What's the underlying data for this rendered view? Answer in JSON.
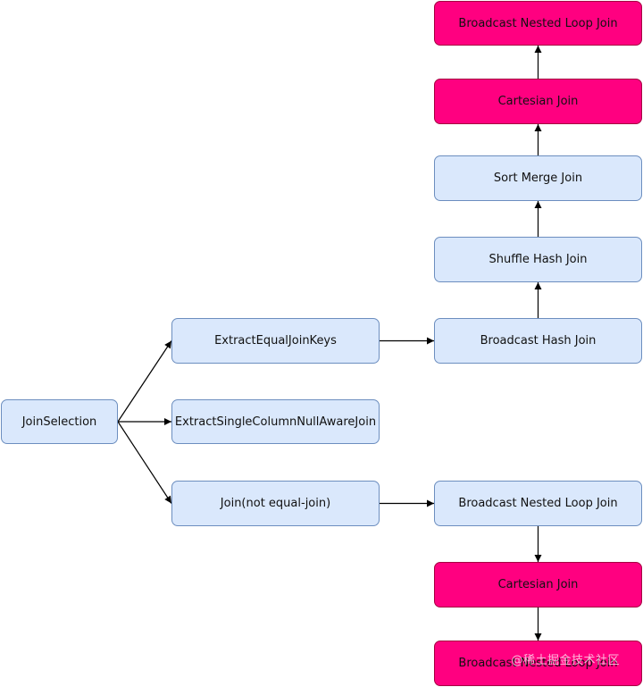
{
  "diagram": {
    "colors": {
      "blue_fill": "#dae8fc",
      "blue_border": "#6c8ebf",
      "pink_fill": "#ff0080",
      "pink_border": "#a50040",
      "edge": "#000000"
    },
    "nodes": {
      "join_selection": "JoinSelection",
      "extract_equal_join_keys": "ExtractEqualJoinKeys",
      "extract_single_column_null_aware_join": "ExtractSingleColumnNullAwareJoin",
      "join_not_equal": "Join(not equal-join)",
      "broadcast_hash_join": "Broadcast Hash Join",
      "shuffle_hash_join": "Shuffle Hash Join",
      "sort_merge_join": "Sort Merge Join",
      "cartesian_join_top": "Cartesian Join",
      "broadcast_nested_loop_join_top": "Broadcast Nested Loop Join",
      "broadcast_nested_loop_join_bottom": "Broadcast Nested Loop Join",
      "cartesian_join_bottom": "Cartesian Join",
      "broadcast_nested_loop_join_last": "Broadcast Nested Loop Join"
    },
    "edges": [
      {
        "from": "join_selection",
        "to": "extract_equal_join_keys"
      },
      {
        "from": "join_selection",
        "to": "extract_single_column_null_aware_join"
      },
      {
        "from": "join_selection",
        "to": "join_not_equal"
      },
      {
        "from": "extract_equal_join_keys",
        "to": "broadcast_hash_join"
      },
      {
        "from": "broadcast_hash_join",
        "to": "shuffle_hash_join"
      },
      {
        "from": "shuffle_hash_join",
        "to": "sort_merge_join"
      },
      {
        "from": "sort_merge_join",
        "to": "cartesian_join_top"
      },
      {
        "from": "cartesian_join_top",
        "to": "broadcast_nested_loop_join_top"
      },
      {
        "from": "join_not_equal",
        "to": "broadcast_nested_loop_join_bottom"
      },
      {
        "from": "broadcast_nested_loop_join_bottom",
        "to": "cartesian_join_bottom"
      },
      {
        "from": "cartesian_join_bottom",
        "to": "broadcast_nested_loop_join_last"
      }
    ],
    "watermark": "@稀土掘金技术社区"
  }
}
